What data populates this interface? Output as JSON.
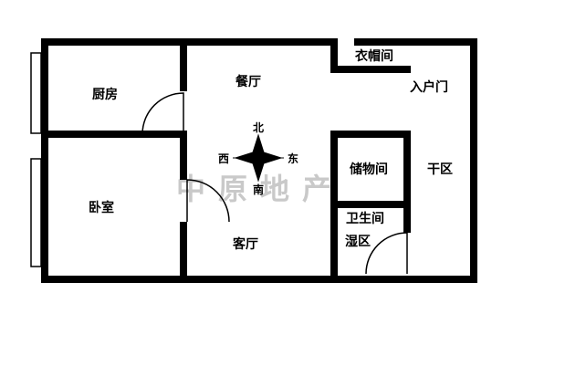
{
  "floorplan": {
    "rooms": {
      "kitchen": "厨房",
      "dining": "餐厅",
      "cloakroom": "衣帽间",
      "entry_door": "入户门",
      "bedroom": "卧室",
      "living": "客厅",
      "storage": "储物间",
      "dry_area": "干区",
      "bathroom": "卫生间",
      "wet_area": "湿区"
    },
    "compass": {
      "north": "北",
      "south": "南",
      "east": "东",
      "west": "西"
    },
    "watermark": "中原地产",
    "colors": {
      "wall": "#000000",
      "background": "#ffffff",
      "watermark": "#c9c9c9"
    }
  }
}
